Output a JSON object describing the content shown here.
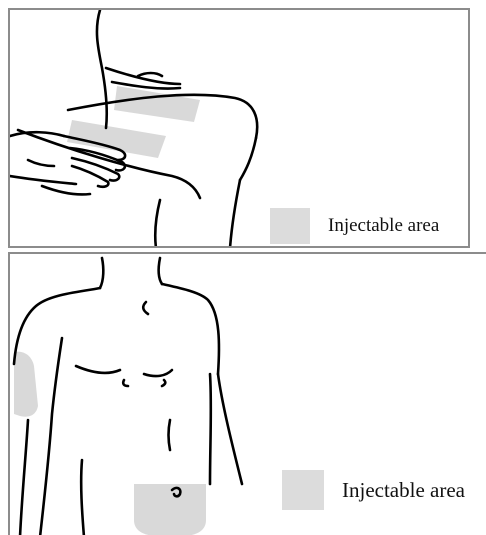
{
  "colors": {
    "injectable_area": "#dcdcdc",
    "outline": "#000000",
    "panel_border": "#8c8c8c"
  },
  "panels": [
    {
      "name": "thigh-panel",
      "legend_label": "Injectable area"
    },
    {
      "name": "torso-panel",
      "legend_label": "Injectable area"
    }
  ]
}
